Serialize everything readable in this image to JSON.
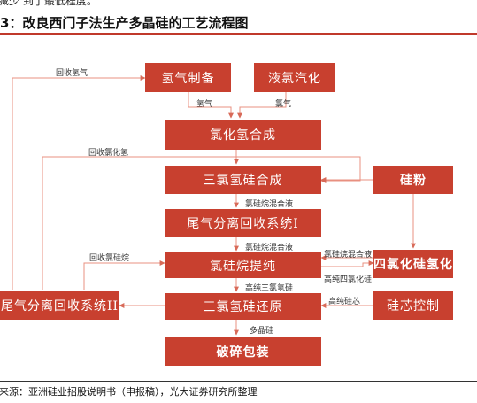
{
  "header": {
    "top_text": "减少 到了最低程度。",
    "title": "3：改良西门子法生产多晶硅的工艺流程图"
  },
  "boxes": {
    "hydrogen_prep": "氢气制备",
    "liquid_chlorine": "液氯汽化",
    "hcl_synthesis": "氯化氢合成",
    "tcs_synthesis": "三氯氢硅合成",
    "silicon_powder": "硅粉",
    "tail_gas_1": "尾气分离回收系统I",
    "chlorosilane_purify": "氯硅烷提纯",
    "stc_hydrogenation": "四氯化硅氢化",
    "tail_gas_2": "尾气分离回收系统II",
    "tcs_reduction": "三氯氢硅还原",
    "si_core_control": "硅芯控制",
    "crush_pack": "破碎包装"
  },
  "labels": {
    "recover_h2": "回收氢气",
    "h2_a": "氢气",
    "cl2": "氯气",
    "recover_hcl": "回收氯化氢",
    "chlorosilane_mix_1": "氯硅烷混合液",
    "chlorosilane_mix_2": "氯硅烷混合液",
    "recover_chlorosilane": "回收氯硅烷",
    "chlorosilane_mix_3": "氯硅烷混合液",
    "hp_tcs": "高纯三氯氢硅",
    "hp_stc": "高纯四氯化硅",
    "hp_si_core": "高纯硅芯",
    "polysilicon": "多晶硅"
  },
  "footer": {
    "source": "来源：亚洲硅业招股说明书（申报稿），光大证券研究所整理"
  },
  "colors": {
    "box_fill": "#c8402f",
    "arrow": "#e89080",
    "title_rule": "#c0392b"
  }
}
